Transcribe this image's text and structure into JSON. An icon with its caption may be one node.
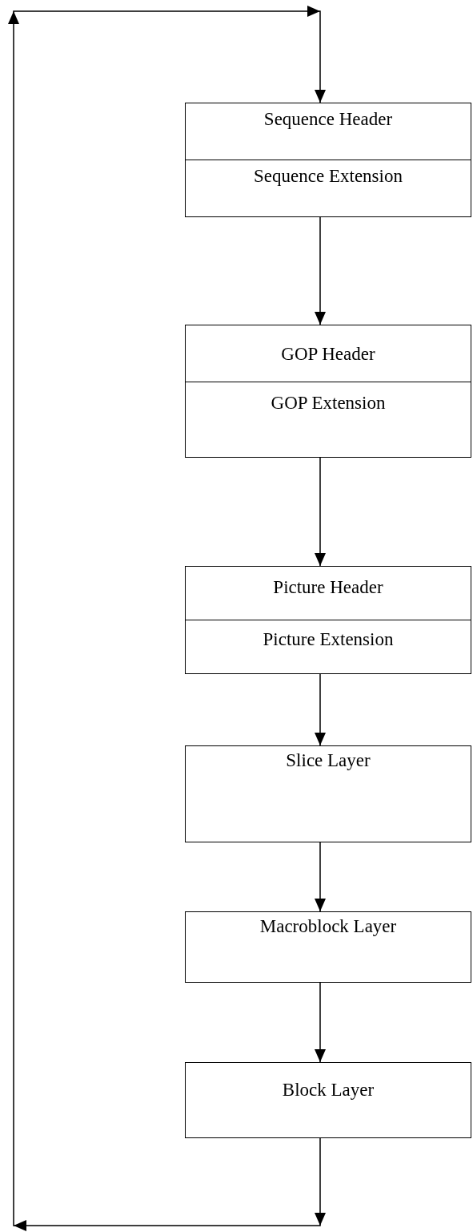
{
  "diagram": {
    "nodes": [
      {
        "text": [
          "Sequence Header",
          "Sequence Extension"
        ]
      },
      {
        "text": [
          "GOP Header",
          "GOP Extension"
        ]
      },
      {
        "text": [
          "Picture Header",
          "Picture Extension"
        ]
      },
      {
        "text": [
          "Slice Layer"
        ]
      },
      {
        "text": [
          "Macroblock Layer"
        ]
      },
      {
        "text": [
          "Block Layer"
        ]
      }
    ],
    "edges": [
      {
        "from": 0,
        "to": 1,
        "arrow": "to"
      },
      {
        "from": 1,
        "to": 2,
        "arrow": "to"
      },
      {
        "from": 2,
        "to": 3,
        "arrow": "to"
      },
      {
        "from": 3,
        "to": 4,
        "arrow": "to"
      },
      {
        "from": 4,
        "to": 5,
        "arrow": "to"
      },
      {
        "from": 5,
        "to": 0,
        "arrow": "to"
      }
    ]
  }
}
